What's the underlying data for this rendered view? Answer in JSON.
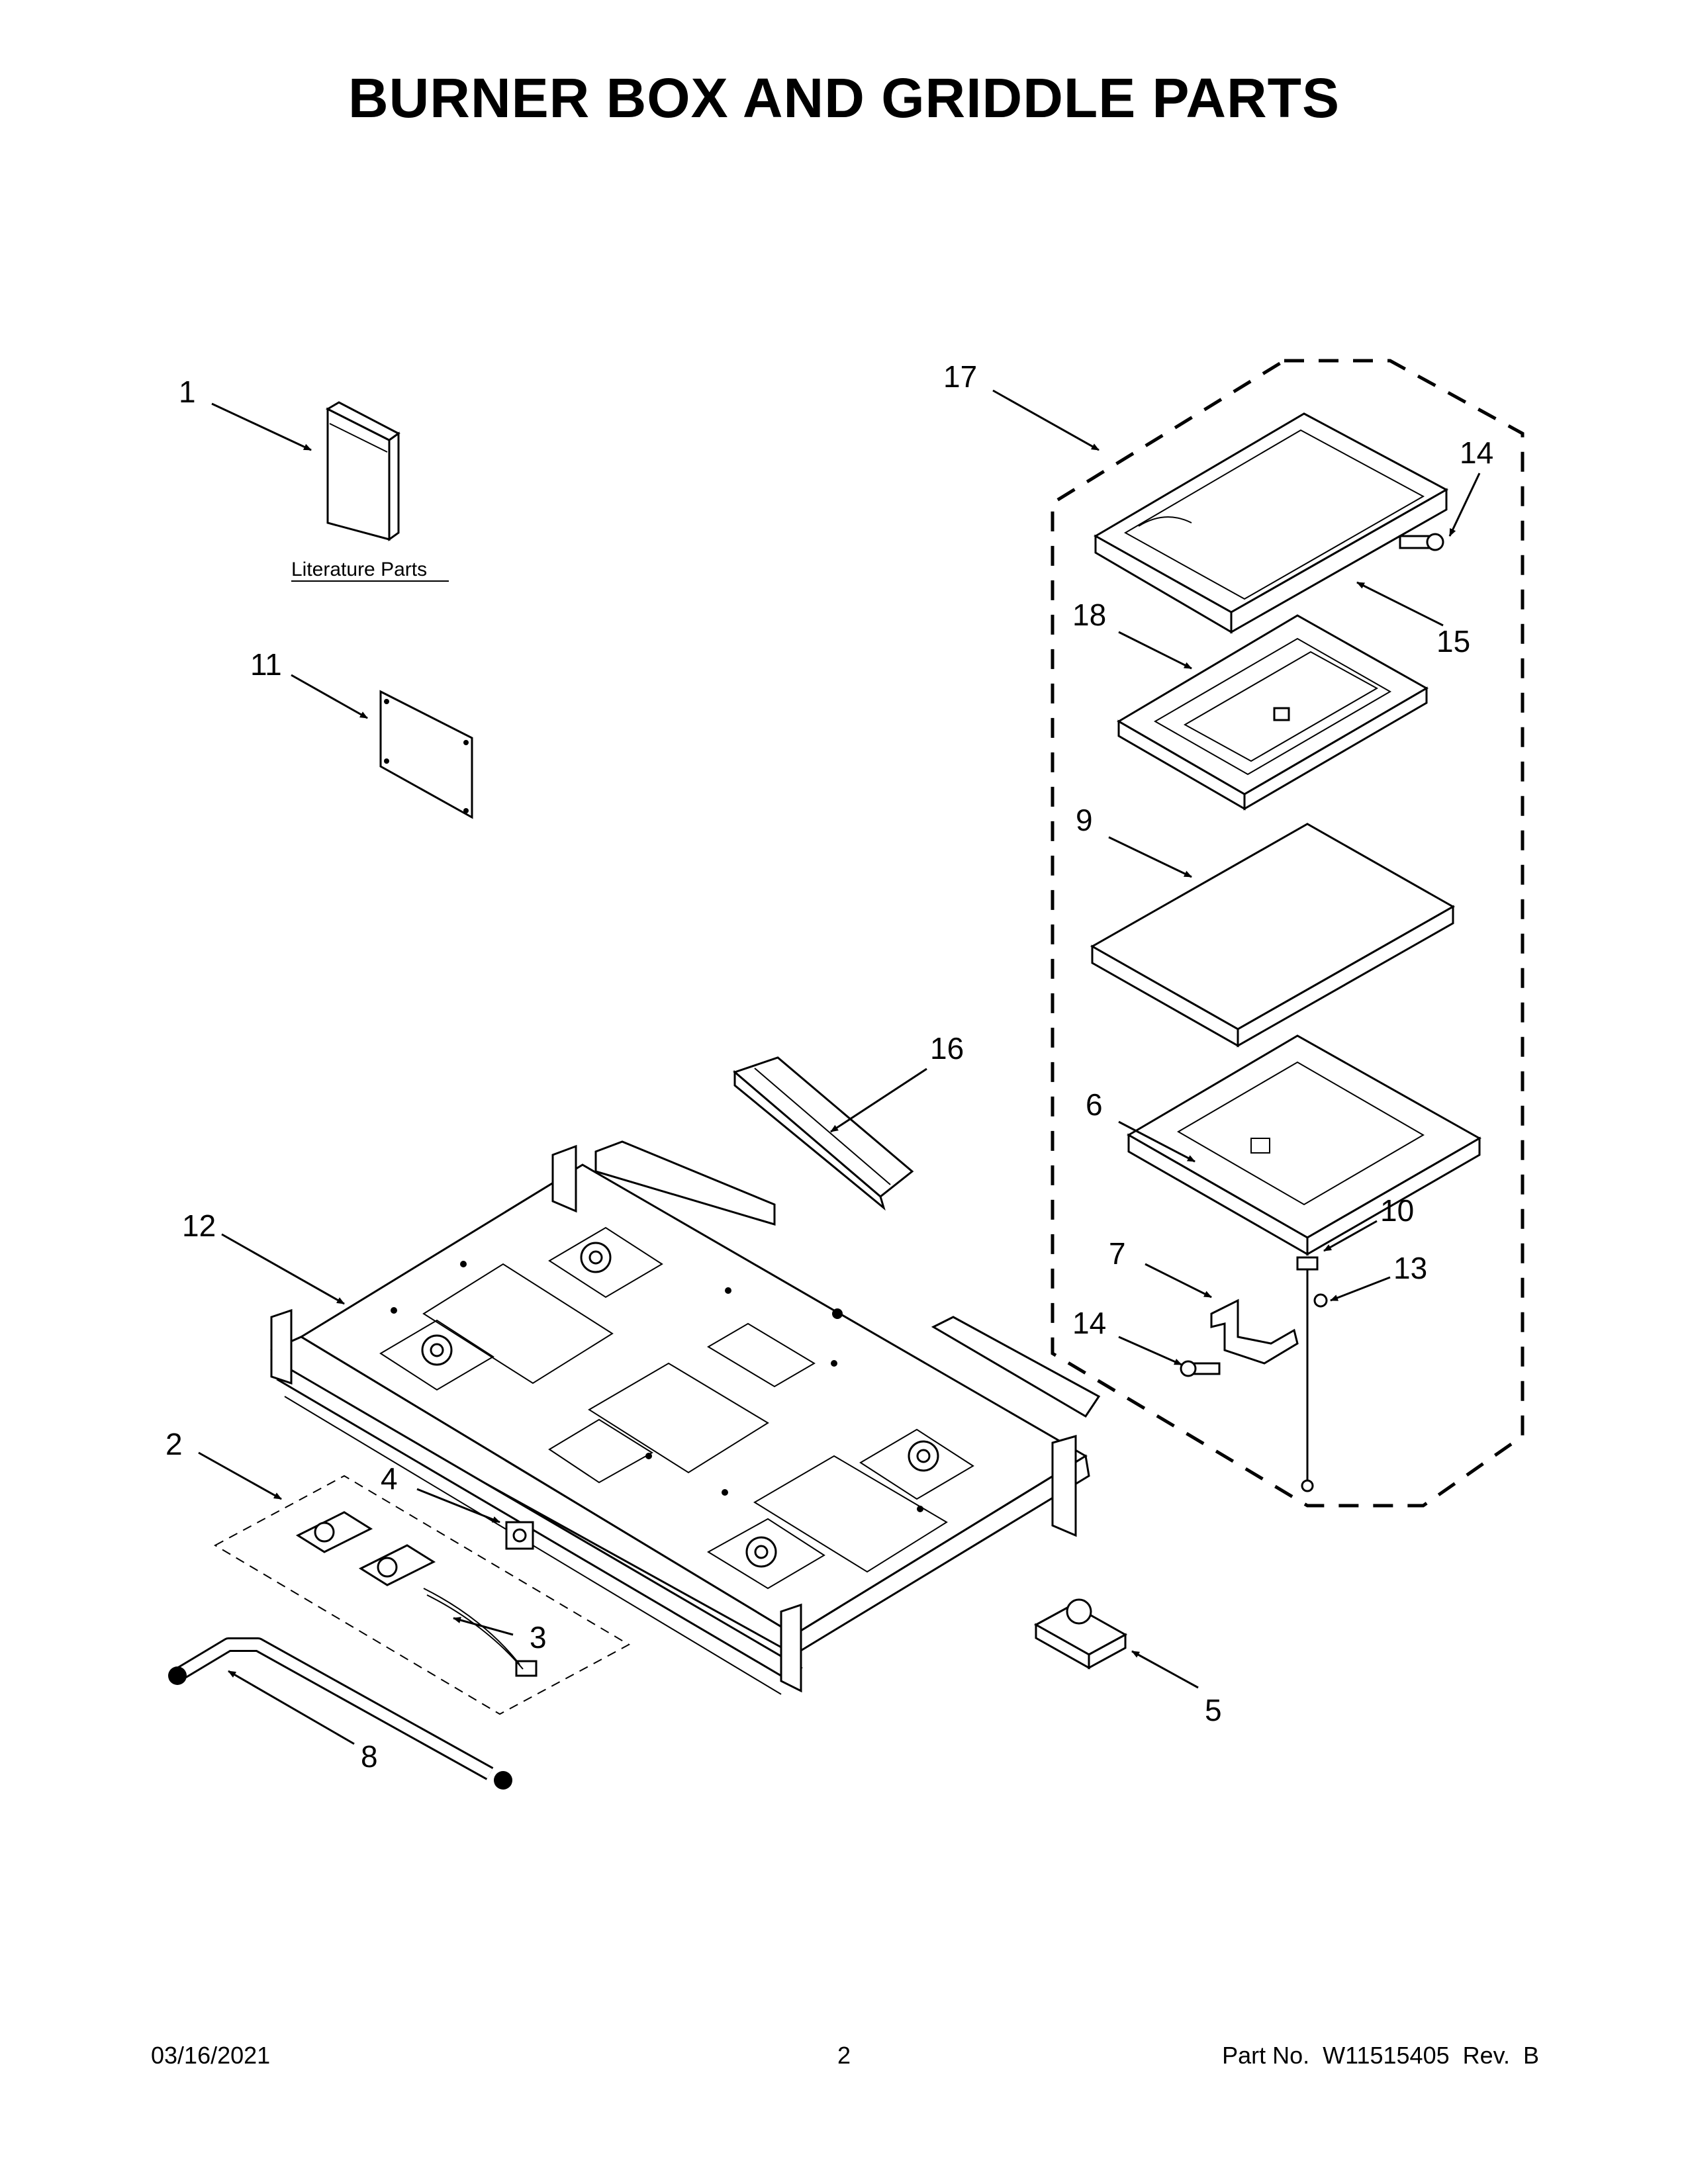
{
  "page": {
    "title": "BURNER BOX AND GRIDDLE PARTS"
  },
  "diagram": {
    "literature_label": "Literature Parts",
    "callouts": {
      "c1": "1",
      "c2": "2",
      "c3": "3",
      "c4": "4",
      "c5": "5",
      "c6": "6",
      "c7": "7",
      "c8": "8",
      "c9": "9",
      "c10": "10",
      "c11": "11",
      "c12": "12",
      "c13": "13",
      "c14a": "14",
      "c14b": "14",
      "c15": "15",
      "c16": "16",
      "c17": "17",
      "c18": "18"
    }
  },
  "footer": {
    "date": "03/16/2021",
    "page_number": "2",
    "part_number": "Part No.  W11515405  Rev.  B"
  }
}
